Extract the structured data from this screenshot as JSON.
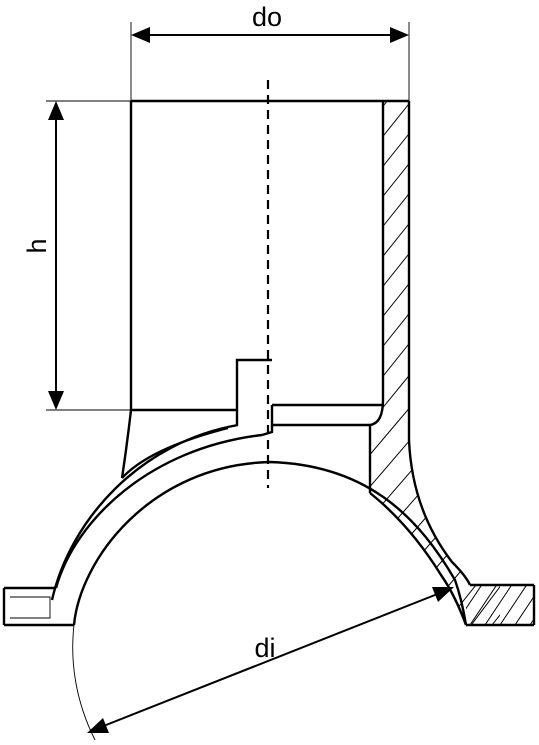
{
  "figure": {
    "labels": {
      "outer_diameter": "do",
      "height": "h",
      "inner_diameter": "di"
    },
    "colors": {
      "line": "#000000",
      "background": "#ffffff"
    }
  }
}
